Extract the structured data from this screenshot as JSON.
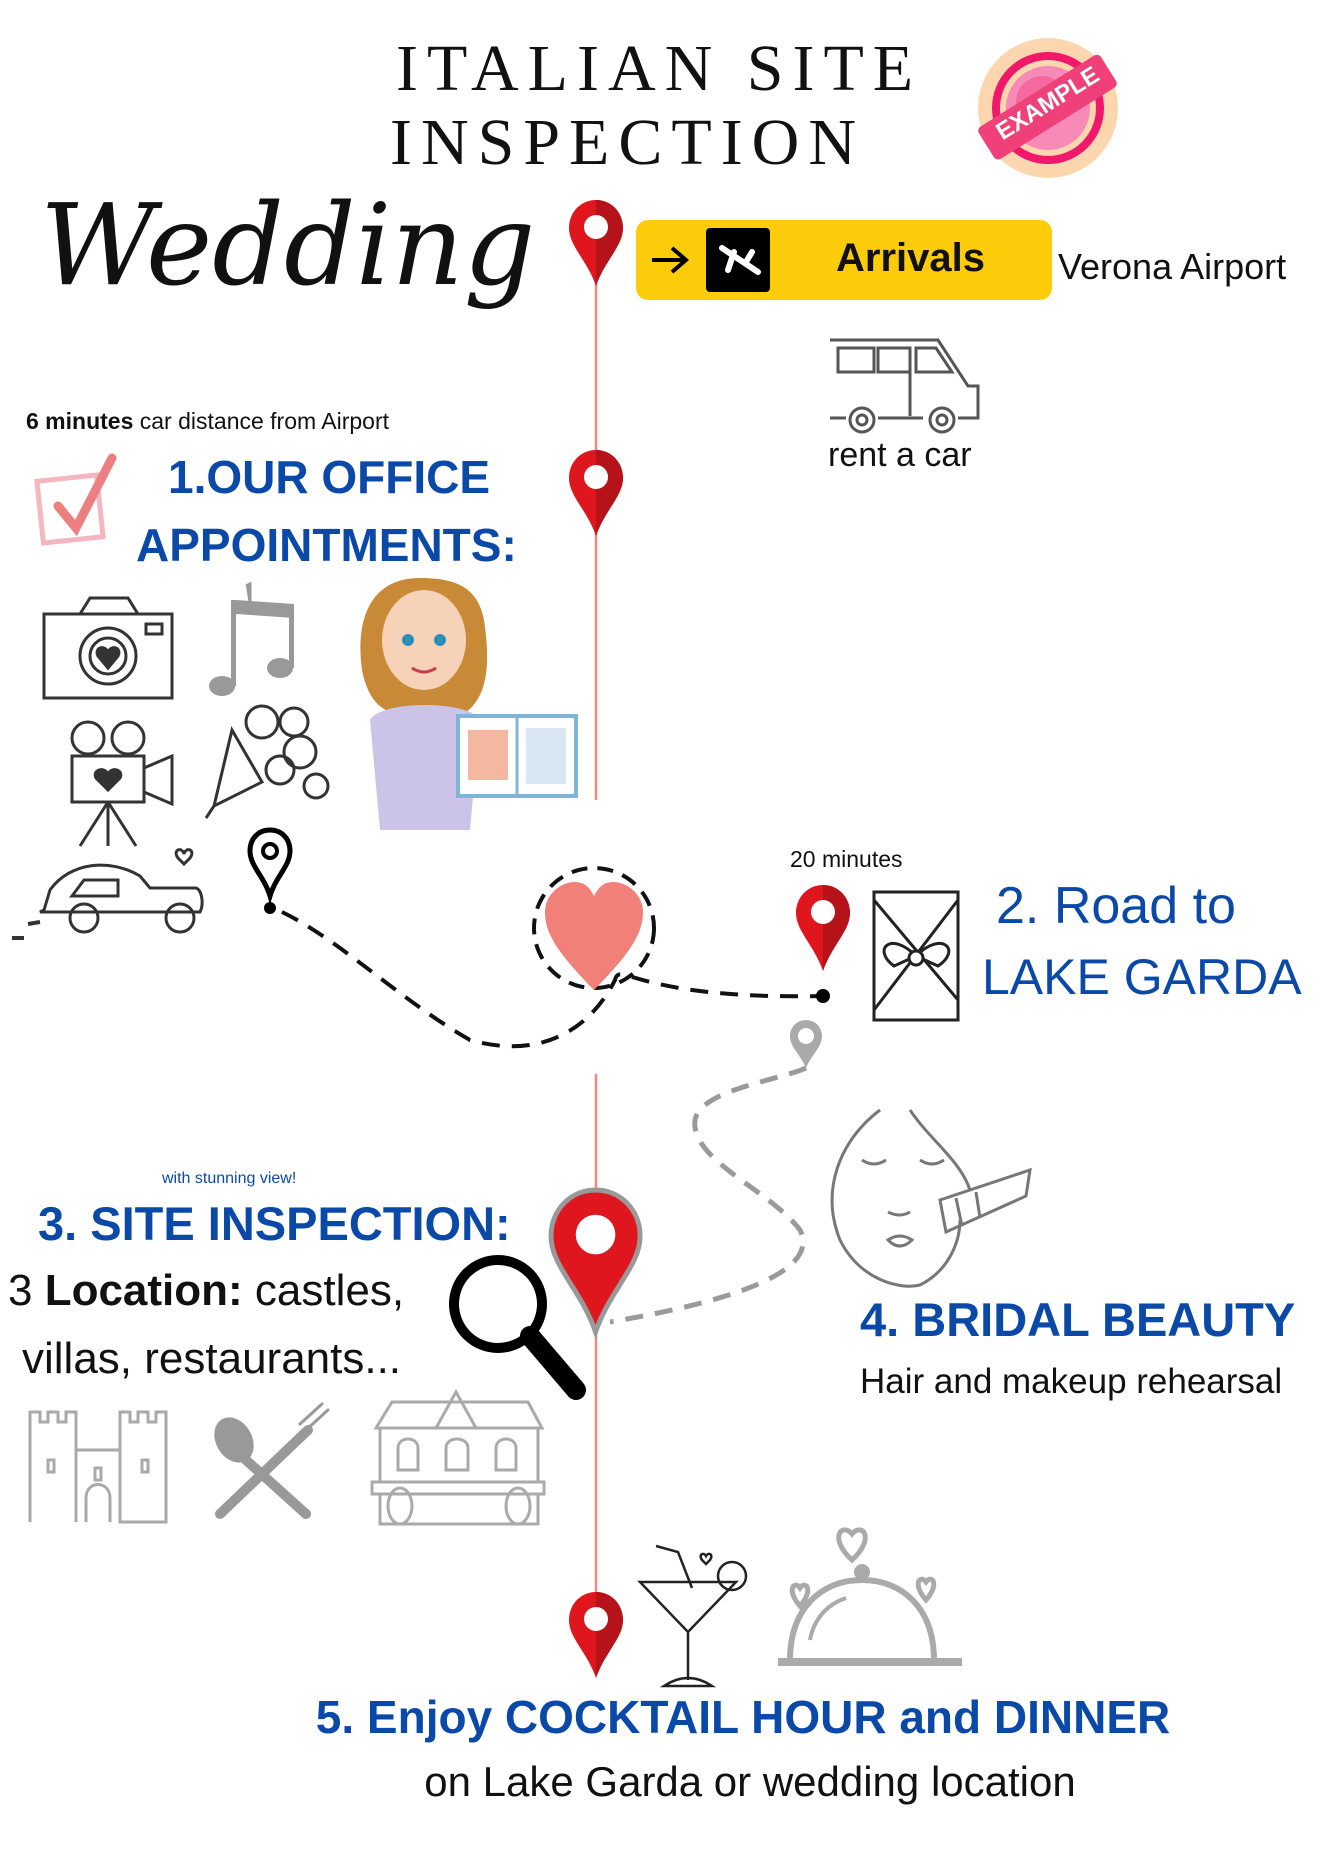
{
  "header": {
    "script_word": "Wedding",
    "title_line1": "ITALIAN SITE",
    "title_line2": "INSPECTION",
    "stamp_label": "EXAMPLE"
  },
  "arrival": {
    "sign_label": "Arrivals",
    "location": "Verona Airport",
    "car_caption": "rent a car"
  },
  "step1": {
    "distance_bold": "6 minutes",
    "distance_rest": " car distance from Airport",
    "title_line1": "1.OUR OFFICE",
    "title_line2": "APPOINTMENTS:"
  },
  "step2": {
    "duration": "20 minutes",
    "title_line1": "2. Road to",
    "title_line2": "LAKE GARDA"
  },
  "step3": {
    "note": "with stunning view!",
    "title": "3. SITE INSPECTION:",
    "count": "3 ",
    "location_bold": "Location:",
    "location_rest": " castles,",
    "line2": "villas, restaurants..."
  },
  "step4": {
    "title": "4. BRIDAL BEAUTY",
    "subtitle": "Hair and makeup rehearsal"
  },
  "step5": {
    "title": "5. Enjoy COCKTAIL HOUR and DINNER",
    "subtitle": "on Lake Garda or wedding location"
  },
  "colors": {
    "accent_blue": "#0b49a8",
    "pin_red": "#e0161e",
    "sign_yellow": "#fccc0a",
    "timeline": "#f08a80",
    "stamp_pink": "#f0407a"
  }
}
